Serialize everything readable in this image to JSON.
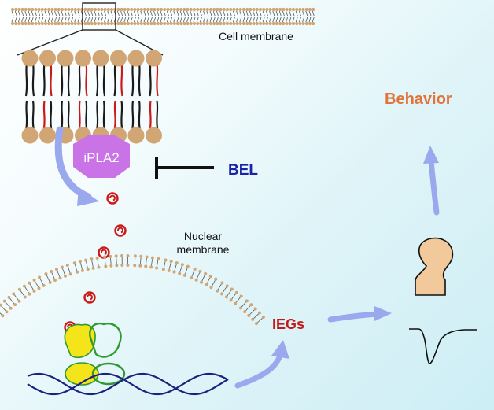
{
  "labels": {
    "cell_membrane": "Cell membrane",
    "enzyme": "iPLA2",
    "inhibitor": "BEL",
    "nuclear_membrane_line1": "Nuclear",
    "nuclear_membrane_line2": "membrane",
    "genes": "IEGs",
    "outcome": "Behavior"
  },
  "colors": {
    "lipid_head": "#d2a674",
    "lipid_tail_dark": "#1a1a1a",
    "lipid_tail_red": "#cc1a1a",
    "enzyme_fill": "#c973e6",
    "arrow": "#9aa8ee",
    "inhibitor_text": "#1a23a8",
    "genes_text": "#c21a1a",
    "outcome_text": "#e0743a",
    "messenger": "#cc1a1a",
    "factor_yellow": "#f4e41a",
    "factor_green": "#2f9a2f",
    "dna_strand": "#1a237e"
  },
  "icons": {
    "enzyme": "hexagon-enzyme-icon",
    "messenger": "spiral-messenger-icon",
    "spine": "dendritic-spine-icon",
    "trace": "current-trace-icon",
    "dna": "dna-helix-icon"
  }
}
